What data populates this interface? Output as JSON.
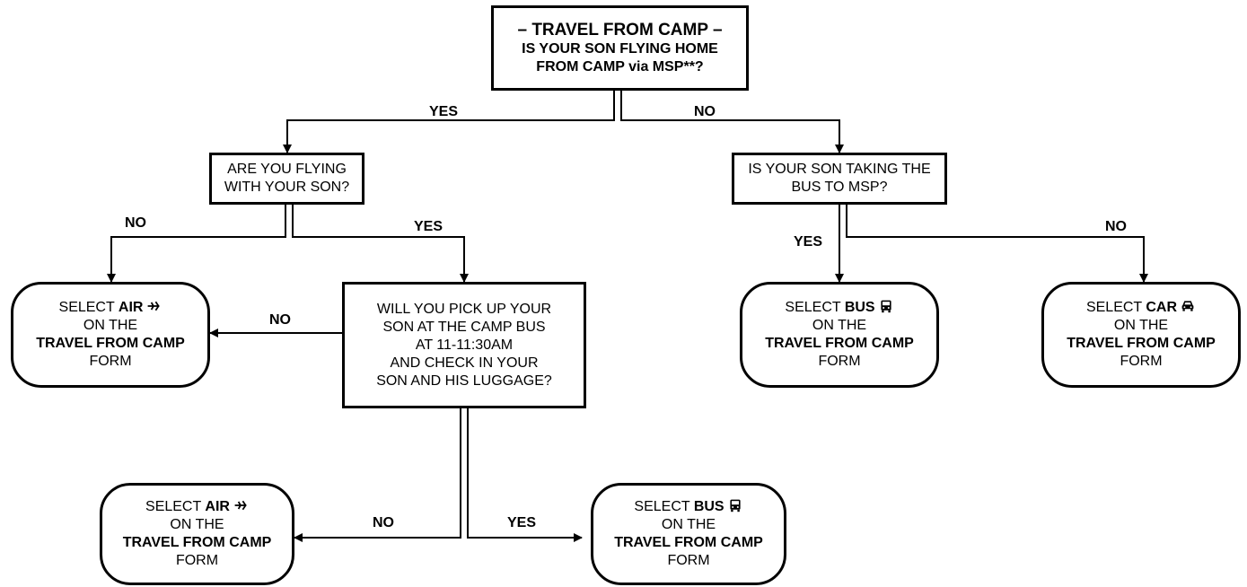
{
  "root": {
    "title": "– TRAVEL FROM CAMP –",
    "line2": "IS YOUR SON FLYING HOME",
    "line3": "FROM CAMP via MSP**?"
  },
  "q_flying_with_son": {
    "line1": "ARE YOU FLYING",
    "line2": "WITH YOUR SON?"
  },
  "q_bus_to_msp": {
    "line1": "IS YOUR SON TAKING THE",
    "line2": "BUS TO MSP?"
  },
  "q_pickup": {
    "line1": "WILL YOU PICK UP YOUR",
    "line2": "SON AT THE CAMP BUS",
    "line3": "AT 11-11:30AM",
    "line4": "AND CHECK IN YOUR",
    "line5": "SON AND HIS LUGGAGE?"
  },
  "result_text": {
    "select": "SELECT",
    "on_the": "ON THE",
    "form_name": "TRAVEL FROM CAMP",
    "form": "FORM"
  },
  "results": {
    "air_left": {
      "mode": "AIR",
      "icon": "airplane-icon"
    },
    "air_bottom": {
      "mode": "AIR",
      "icon": "airplane-icon"
    },
    "bus_bottom": {
      "mode": "BUS",
      "icon": "bus-icon"
    },
    "bus_right": {
      "mode": "BUS",
      "icon": "bus-icon"
    },
    "car_right": {
      "mode": "CAR",
      "icon": "car-icon"
    }
  },
  "labels": {
    "root_yes": "YES",
    "root_no": "NO",
    "fly_no": "NO",
    "fly_yes": "YES",
    "pickup_no_left": "NO",
    "pickup_no_bottom": "NO",
    "pickup_yes_bottom": "YES",
    "bus_yes": "YES",
    "bus_no": "NO"
  }
}
